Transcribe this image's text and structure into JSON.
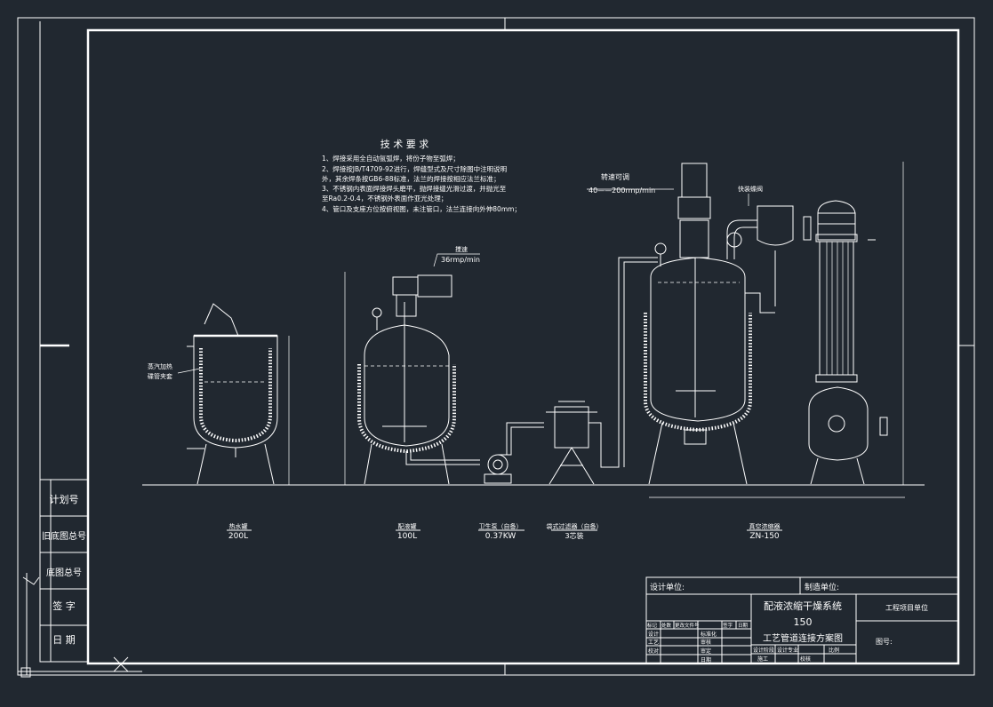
{
  "tech_requirements": {
    "title": "技 术 要 求",
    "lines": [
      "1、焊接采用全自动氩弧焊，将份子物至弧焊；",
      "2、焊接按JB/T4709-92进行，焊缝型式及尺寸除图中注明说明",
      "   外，其余焊条按GB6-88标准，法兰的焊接按相应法兰标准；",
      "3、不锈钢内表面焊接焊头磨平，抛焊接缝光滑过渡，并抛光至",
      "   至Ra0.2-0.4，不锈钢外表面作亚光处理；",
      "4、管口及支座方位按俯视图，未注管口，法兰连接向外伸80mm；"
    ]
  },
  "annotations": {
    "stirrer_speed_label": "搅速",
    "stirrer_speed": "36rmp/min",
    "variable_speed_label": "转速可调",
    "variable_speed": "40——200rmp/min",
    "vapor_valve": "快装蝶阀",
    "steam_jacket_line1": "蒸汽加热",
    "steam_jacket_line2": "碟管夹套"
  },
  "equipment": [
    {
      "name": "热水罐",
      "spec": "200L"
    },
    {
      "name": "配液罐",
      "spec": "100L"
    },
    {
      "name": "卫生泵（自备）",
      "spec": "0.37KW"
    },
    {
      "name": "袋式过滤器（自备）",
      "spec": "3芯装"
    },
    {
      "name": "真空浓缩器",
      "spec": "ZN-150"
    }
  ],
  "left_strip": [
    "计划号",
    "旧底图总号",
    "底图总号",
    "签  字",
    "日  期"
  ],
  "title_block": {
    "design_unit": "设计单位:",
    "client_unit": "制造单位:",
    "project_unit": "工程项目单位",
    "title_line1": "配液浓缩干燥系统",
    "title_line2": "150",
    "title_line3": "工艺管道连接方案图",
    "drawing_no": "图号:",
    "rev_header": [
      "标记",
      "处数",
      "更改文件号",
      "签字",
      "日期"
    ],
    "row_labels": [
      "设计",
      "工艺",
      "校对"
    ],
    "mid_labels": [
      "标准化",
      "审核",
      "审定",
      "日期"
    ],
    "bottom_labels": [
      "设计阶段",
      "设计专业",
      "比例"
    ],
    "bottom_values": [
      "施工",
      "校核"
    ]
  }
}
